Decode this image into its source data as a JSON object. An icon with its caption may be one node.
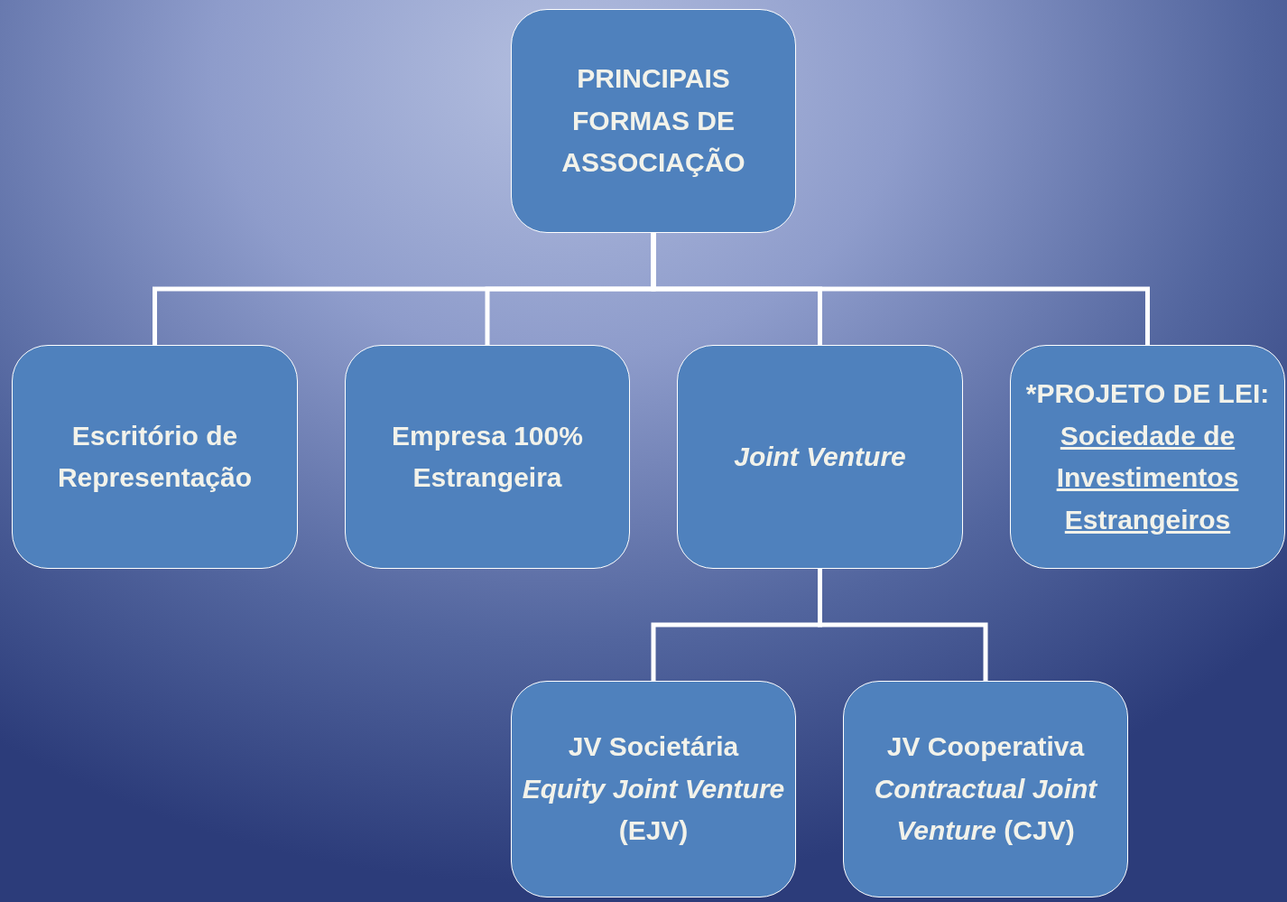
{
  "diagram": {
    "nodes": [
      {
        "text": [
          "PRINCIPAIS FORMAS DE ASSOCIAÇÃO"
        ]
      },
      {
        "text": [
          "Escritório de Representação"
        ]
      },
      {
        "text": [
          "Empresa 100% Estrangeira"
        ]
      },
      {
        "text": [
          "Joint Venture"
        ]
      },
      {
        "text": [
          "*PROJETO DE LEI:",
          "Sociedade de Investimentos Estrangeiros"
        ]
      },
      {
        "text": [
          "JV Societária",
          "*Equity Joint Venture* (EJV)"
        ]
      },
      {
        "text": [
          "JV Cooperativa",
          "*Contractual Joint Venture* (CJV)"
        ]
      }
    ],
    "edges": [
      {
        "from": 0,
        "to": 1,
        "arrow": "none"
      },
      {
        "from": 0,
        "to": 2,
        "arrow": "none"
      },
      {
        "from": 0,
        "to": 3,
        "arrow": "none"
      },
      {
        "from": 0,
        "to": 4,
        "arrow": "none"
      },
      {
        "from": 3,
        "to": 5,
        "arrow": "none"
      },
      {
        "from": 3,
        "to": 6,
        "arrow": "none"
      }
    ]
  }
}
